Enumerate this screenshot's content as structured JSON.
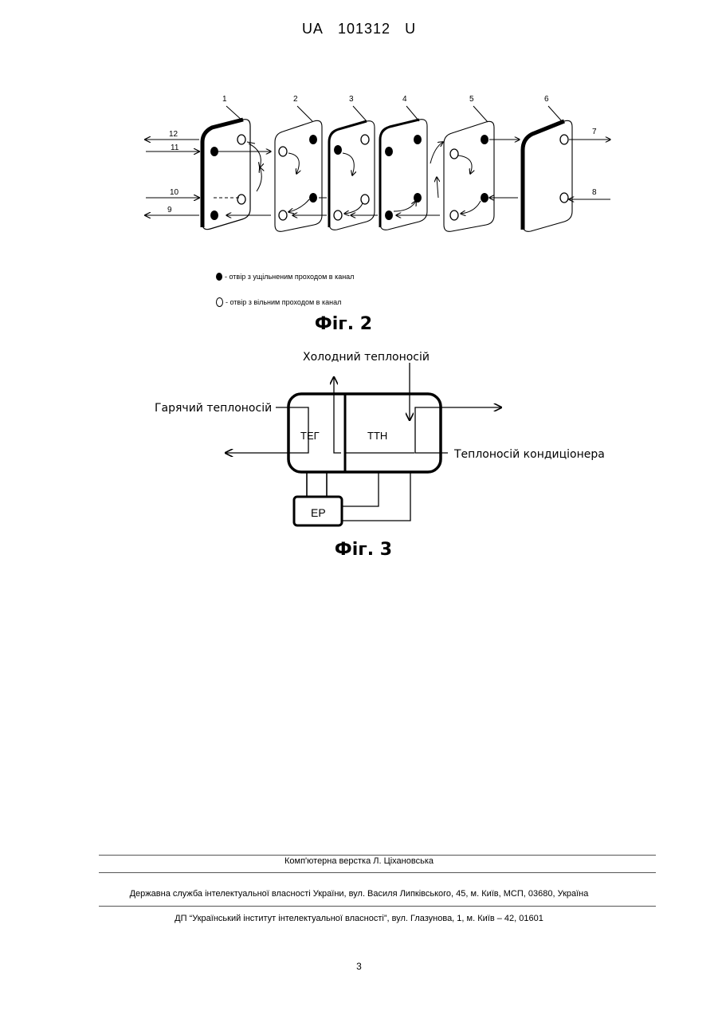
{
  "header": {
    "country": "UA",
    "number": "101312",
    "kind": "U"
  },
  "fig2": {
    "plate_numbers": [
      "1",
      "2",
      "3",
      "4",
      "5",
      "6"
    ],
    "port_numbers": {
      "p12": "12",
      "p11": "11",
      "p10": "10",
      "p9": "9",
      "p7": "7",
      "p8": "8"
    },
    "legend": [
      {
        "symbol": "filled-dot",
        "text": "- отвір  з ущільненим проходом в канал"
      },
      {
        "symbol": "open-circle",
        "text": "- отвір  з вільним проходом в канал"
      }
    ],
    "caption": "Фіг. 2"
  },
  "fig3": {
    "cold_label": "Холодний теплоносій",
    "hot_label": "Гарячий теплоносій",
    "teg_label": "ТЕГ",
    "ttn_label": "ТТН",
    "ac_label": "Теплоносій кондиціонера",
    "ep_label": "ЕР",
    "caption": "Фіг. 3"
  },
  "footer": {
    "layout_credit": "Комп'ютерна верстка Л. Ціхановська",
    "agency": "Державна служба інтелектуальної власності України, вул. Василя Липківського, 45, м. Київ, МСП, 03680, Україна",
    "institute": "ДП “Український інститут інтелектуальної власності”, вул. Глазунова, 1, м. Київ – 42, 01601"
  },
  "page_number": "3"
}
